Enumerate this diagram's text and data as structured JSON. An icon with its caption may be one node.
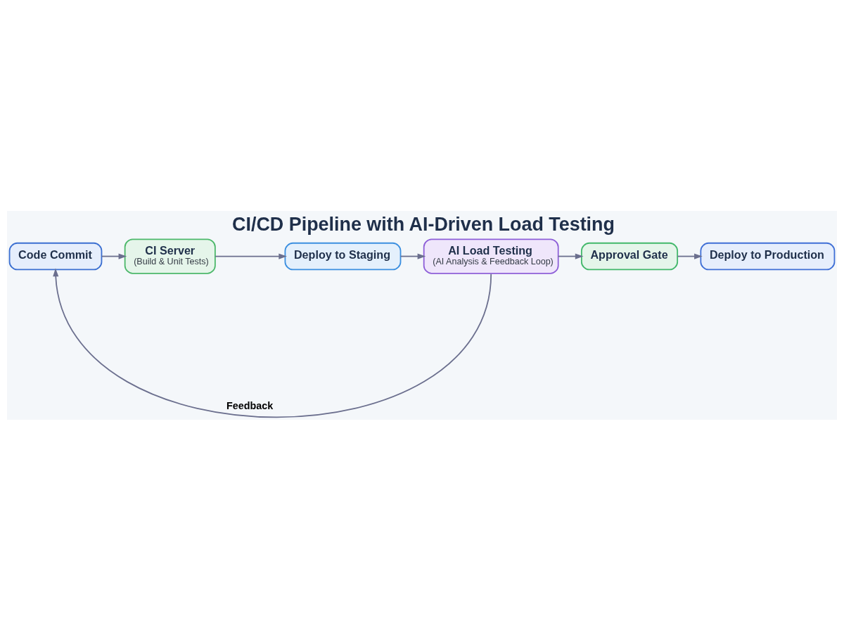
{
  "diagram": {
    "title": "CI/CD Pipeline with AI-Driven Load Testing",
    "nodes": [
      {
        "text": [
          "Code Commit"
        ]
      },
      {
        "text": [
          "CI Server",
          "(Build & Unit Tests)"
        ]
      },
      {
        "text": [
          "Deploy to Staging"
        ]
      },
      {
        "text": [
          "AI Load Testing",
          "(AI Analysis & Feedback Loop)"
        ]
      },
      {
        "text": [
          "Approval Gate"
        ]
      },
      {
        "text": [
          "Deploy to Production"
        ]
      }
    ],
    "edges": [
      {
        "from": 0,
        "to": 1,
        "arrow": "to"
      },
      {
        "from": 1,
        "to": 2,
        "arrow": "to"
      },
      {
        "from": 2,
        "to": 3,
        "arrow": "to"
      },
      {
        "from": 3,
        "to": 4,
        "arrow": "to"
      },
      {
        "from": 4,
        "to": 5,
        "arrow": "to"
      },
      {
        "from": 3,
        "to": 0,
        "arrow": "to",
        "label": "Feedback"
      }
    ]
  }
}
